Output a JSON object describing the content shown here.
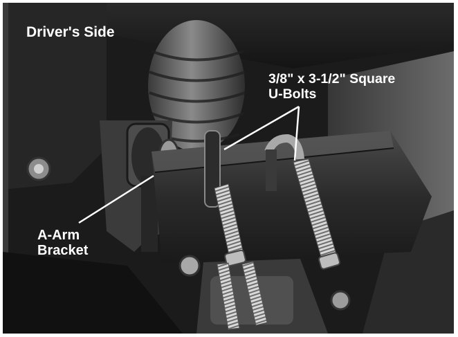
{
  "photo": {
    "title": "Driver's Side",
    "callouts": {
      "u_bolts": {
        "line1": "3/8\" x 3-1/2\" Square",
        "line2": "U-Bolts"
      },
      "a_arm_bracket": {
        "line1": "A-Arm",
        "line2": "Bracket"
      }
    }
  }
}
